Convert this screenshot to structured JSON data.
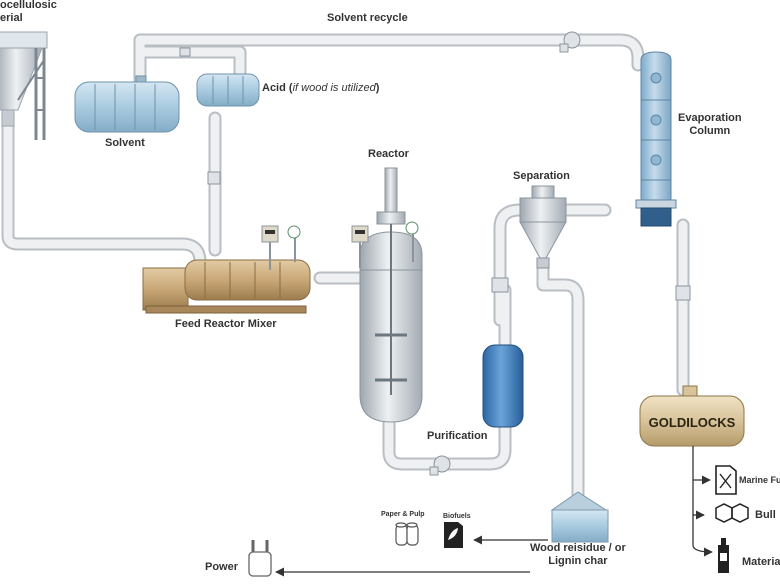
{
  "labels": {
    "feedstock_line1": "ocellulosic",
    "feedstock_line2": "erial",
    "solvent_recycle": "Solvent recycle",
    "solvent": "Solvent",
    "acid": "Acid",
    "acid_note": "if wood is utilized",
    "reactor": "Reactor",
    "feed_reactor_mixer": "Feed Reactor Mixer",
    "separation": "Separation",
    "evaporation_line1": "Evaporation",
    "evaporation_line2": "Column",
    "purification": "Purification",
    "goldilocks": "GOLDILOCKS",
    "marine_fuel": "Marine Fu",
    "bulk": "Bull",
    "materials": "Materia",
    "paper_pulp": "Paper & Pulp",
    "biofuels": "Biofuels",
    "residue_line1": "Wood reisidue / or",
    "residue_line2": "Lignin char",
    "power": "Power"
  },
  "colors": {
    "pipe": "#e6e9ec",
    "pipe_edge": "#b9bec4",
    "tank_blue": "#a9cbe0",
    "column_blue": "#9ec4de",
    "purification_blue": "#3f7fc0",
    "mixer_tan": "#c9a777",
    "goldilocks_tan": "#d8c39a",
    "steel": "#c6ccd2",
    "arrow": "#333333"
  },
  "icons": [
    "feed-hopper-icon",
    "pump-icon",
    "gauge-icon",
    "display-icon",
    "jerrycan-icon",
    "naphthalene-icon",
    "bottle-icon",
    "paper-rolls-icon",
    "biofuel-can-icon",
    "power-plug-icon"
  ]
}
